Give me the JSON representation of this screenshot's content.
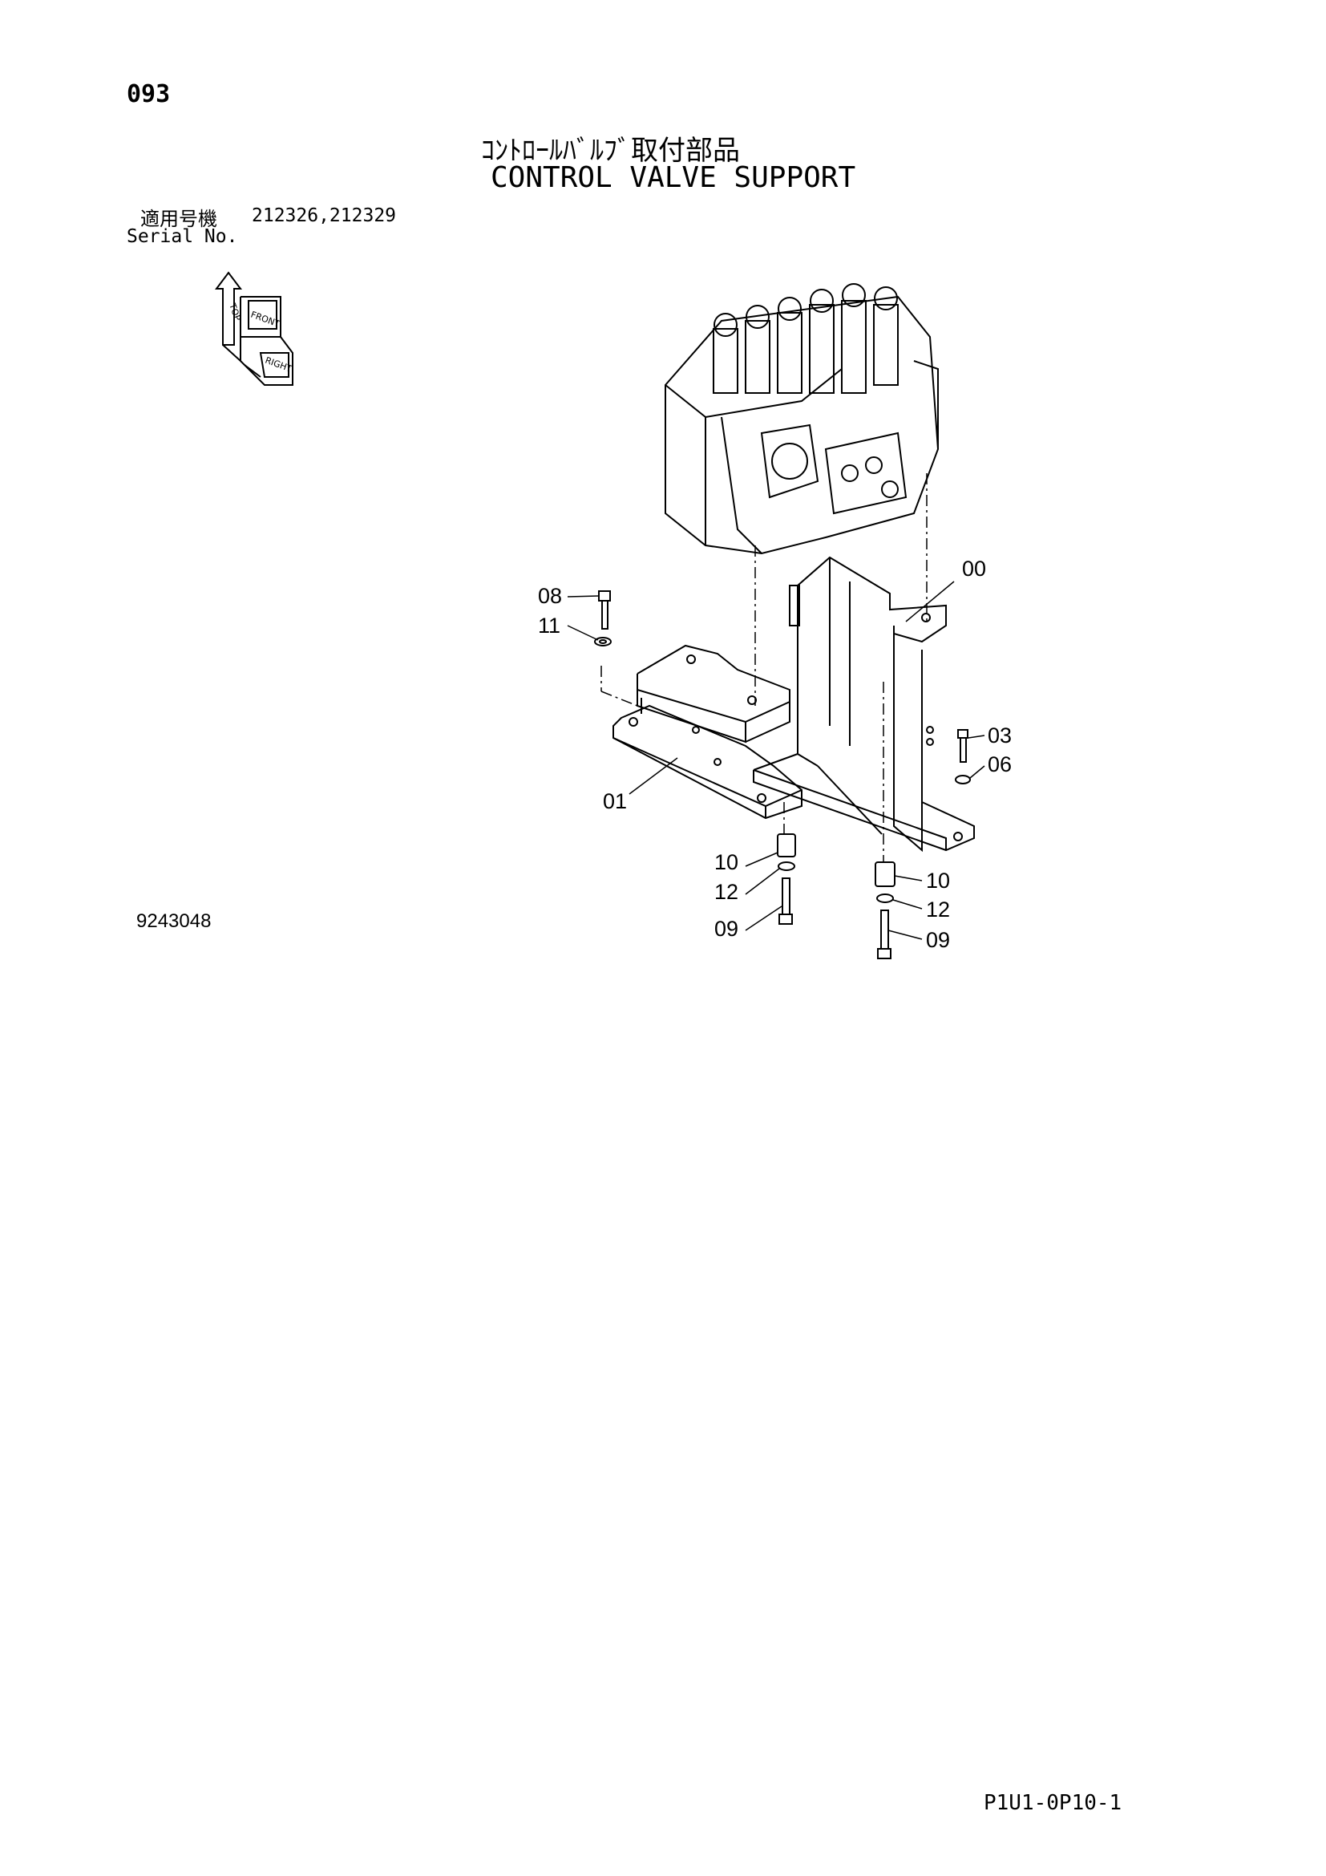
{
  "page": {
    "page_number": "093",
    "title_japanese": "ｺﾝﾄﾛｰﾙﾊﾞﾙﾌﾞ取付部品",
    "title_english": "CONTROL VALVE SUPPORT",
    "serial_label_japanese": "適用号機",
    "serial_numbers": "212326,212329",
    "serial_label_english": "Serial No.",
    "drawing_number": "9243048",
    "footer_code": "P1U1-0P10-1"
  },
  "orientation_icon": {
    "labels": [
      "TOP",
      "FRONT",
      "RIGHT"
    ]
  },
  "callouts": [
    "00",
    "01",
    "03",
    "06",
    "08",
    "11",
    "10",
    "12",
    "09",
    "10",
    "12",
    "09"
  ]
}
